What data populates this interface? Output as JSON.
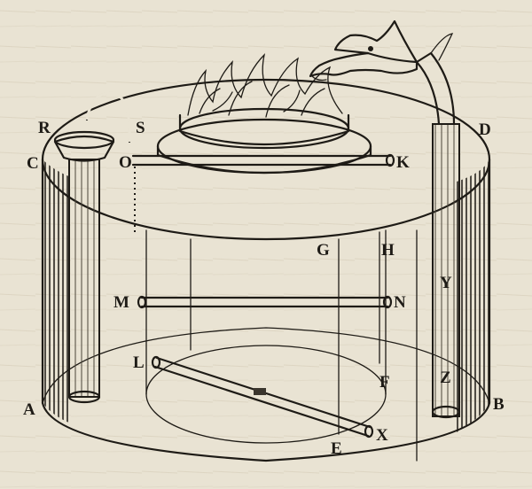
{
  "labels": {
    "R": "R",
    "S": "S",
    "C": "C",
    "O": "O",
    "K": "K",
    "D": "D",
    "G": "G",
    "H": "H",
    "Y": "Y",
    "M": "M",
    "N": "N",
    "L": "L",
    "F": "F",
    "Z": "Z",
    "A": "A",
    "B": "B",
    "E": "E",
    "X": "X"
  },
  "colors": {
    "paper": "#e9e3d3",
    "ink": "#1e1b16",
    "shade": "#6d6659"
  }
}
